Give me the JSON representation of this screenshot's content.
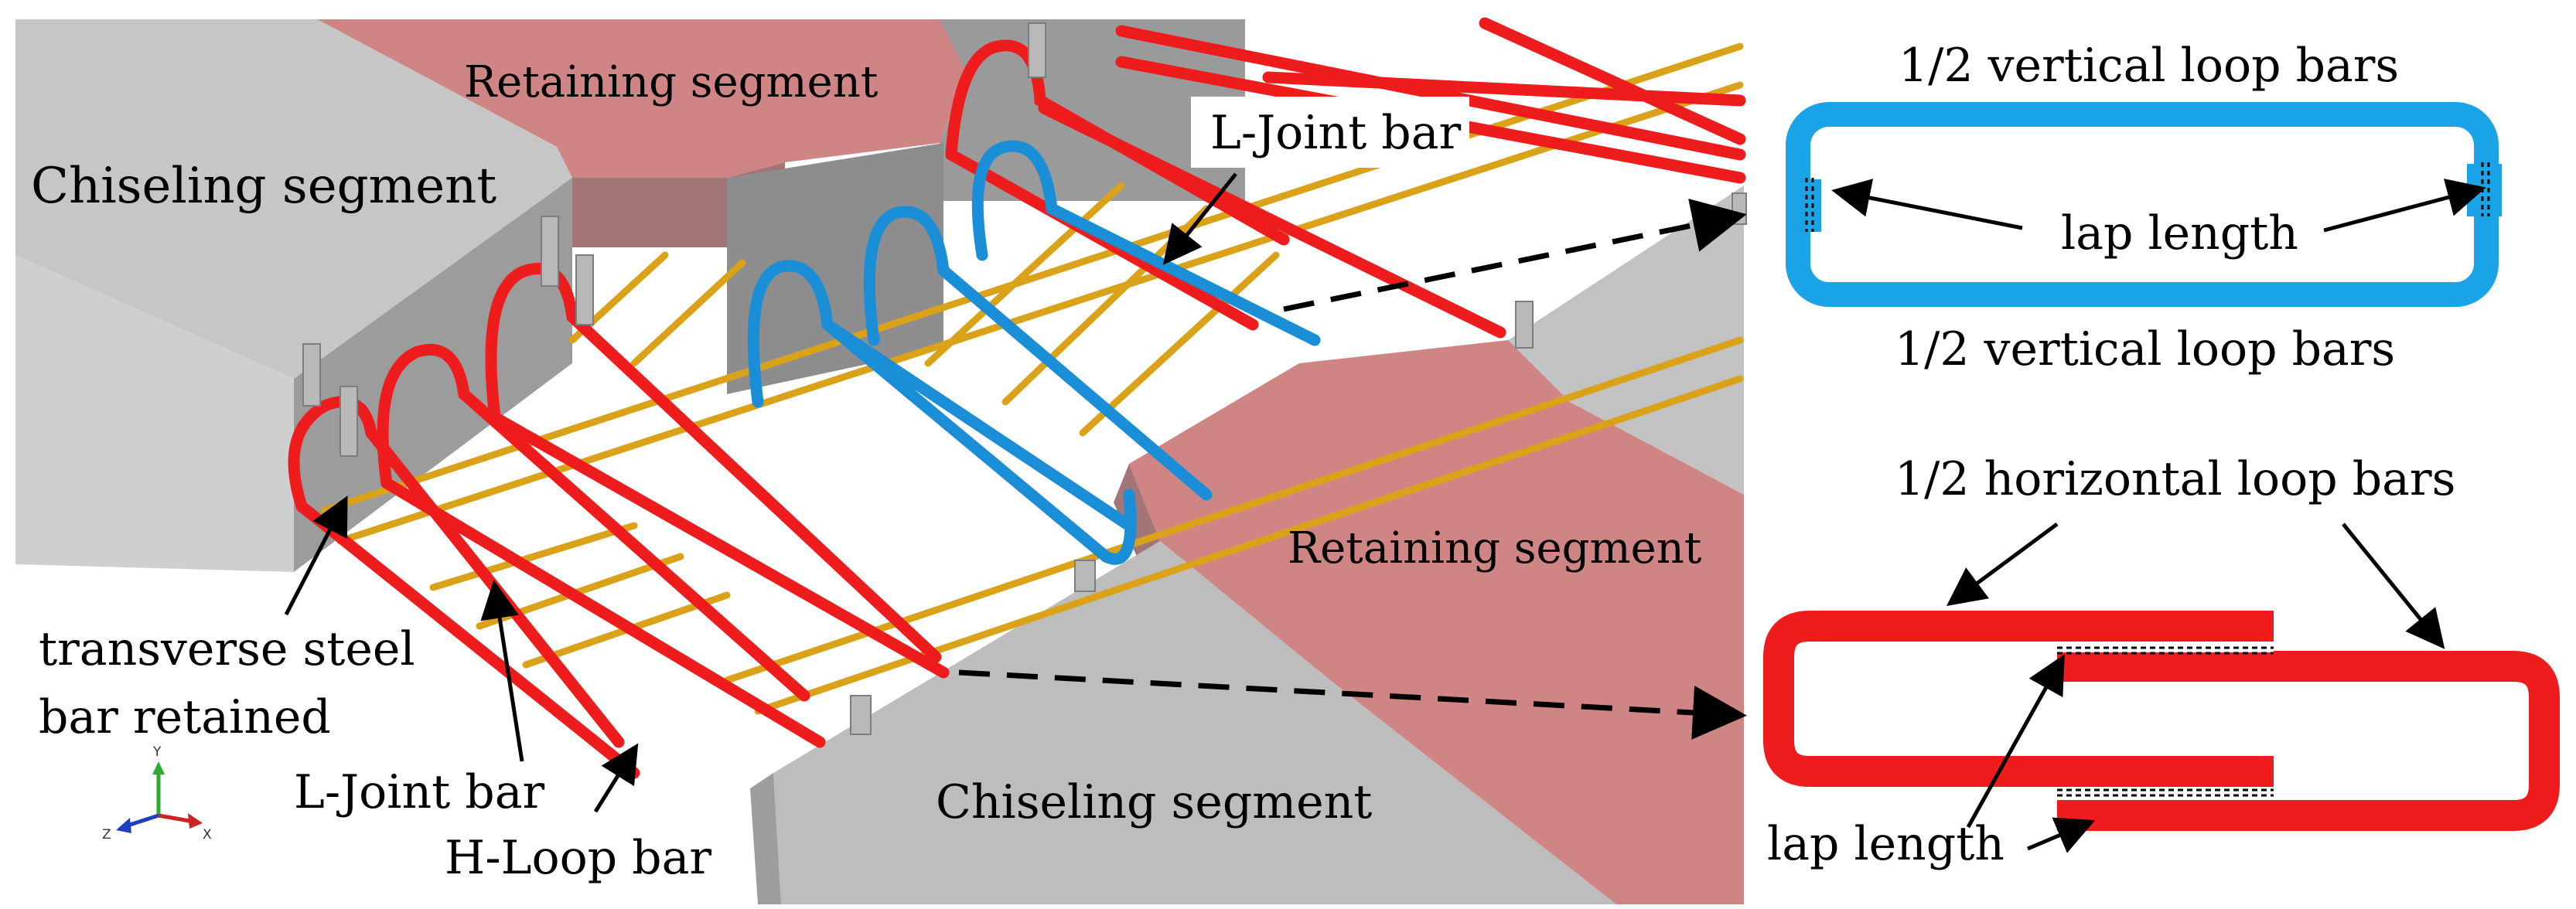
{
  "labels": {
    "retaining_top": "Retaining segment",
    "chiseling_top": "Chiseling segment",
    "l_joint_top": "L-Joint bar",
    "vertical_loop_top": "1/2 vertical loop bars",
    "lap_length_top": "lap length",
    "vertical_loop_bottom": "1/2 vertical loop bars",
    "horizontal_loop": "1/2 horizontal loop bars",
    "retaining_bottom": "Retaining segment",
    "transverse_line1": "transverse steel",
    "transverse_line2": "bar retained",
    "l_joint_bottom": "L-Joint bar",
    "h_loop": "H-Loop bar",
    "chiseling_bottom": "Chiseling segment",
    "lap_length_bottom": "lap length"
  },
  "axes": {
    "x": "X",
    "y": "Y",
    "z": "Z"
  },
  "colors": {
    "concrete_light": "#c8c8c8",
    "concrete_mid": "#a9a9a9",
    "concrete_dark": "#8c8c8c",
    "retaining": "#d08585",
    "retaining_dark": "#b06a6a",
    "loop_bar": "#ee1c1c",
    "joint_bar": "#1a8fd8",
    "transverse_bar": "#d9a219",
    "plate": "#b8b8b8"
  }
}
